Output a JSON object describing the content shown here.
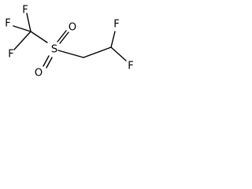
{
  "molecule": {
    "atoms": {
      "f_top": "F",
      "f_left": "F",
      "f_bottom": "F",
      "sulfur": "S",
      "oxygen_upper": "O",
      "oxygen_lower": "O",
      "f_right_top": "F",
      "f_right_bottom": "F"
    }
  }
}
